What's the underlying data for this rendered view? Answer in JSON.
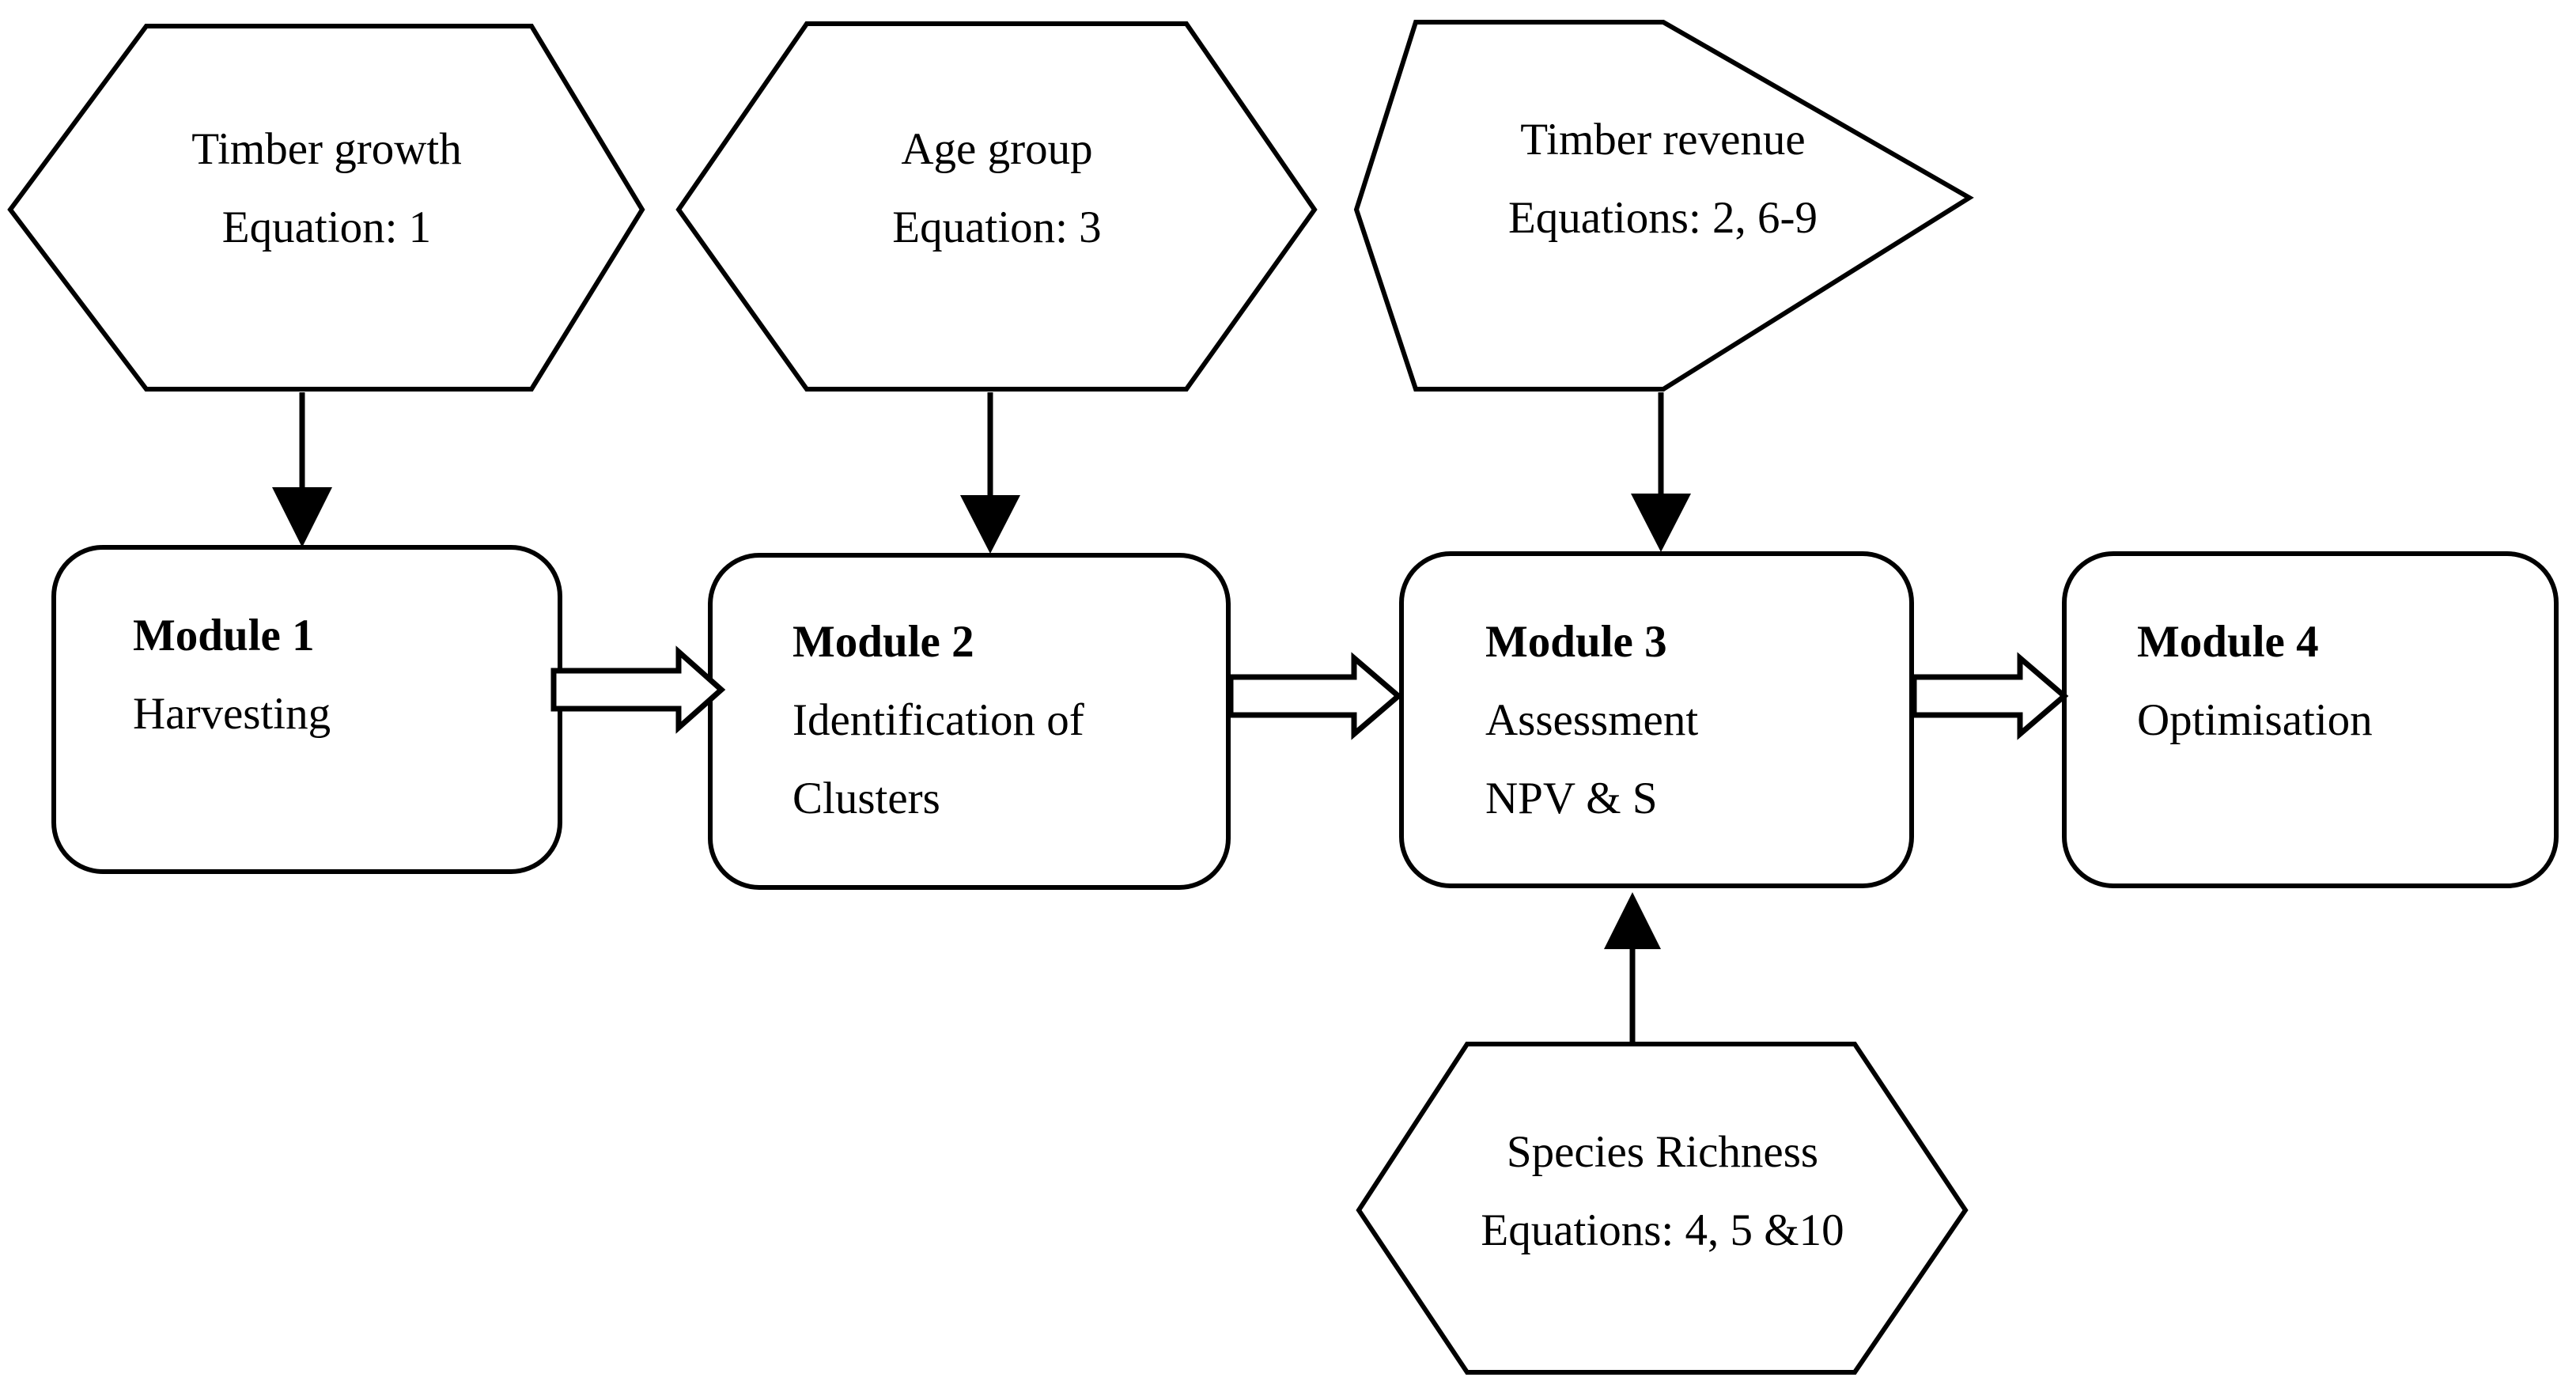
{
  "diagram": {
    "type": "flowchart",
    "title": "",
    "background_color": "#ffffff",
    "line_color": "#000000",
    "nodes": [
      {
        "id": "timber-growth",
        "shape": "hexagon",
        "line1": "Timber growth",
        "line2": "Equation: 1"
      },
      {
        "id": "age-group",
        "shape": "hexagon",
        "line1": "Age group",
        "line2": "Equation: 3"
      },
      {
        "id": "timber-revenue",
        "shape": "hexagon",
        "line1": "Timber revenue",
        "line2": "Equations: 2, 6-9"
      },
      {
        "id": "species-richness",
        "shape": "hexagon",
        "line1": "Species Richness",
        "line2": "Equations: 4, 5 &10"
      },
      {
        "id": "module-1",
        "shape": "rounded-rect",
        "line1": "Module 1",
        "line2": "Harvesting",
        "line3": ""
      },
      {
        "id": "module-2",
        "shape": "rounded-rect",
        "line1": "Module 2",
        "line2": "Identification of",
        "line3": "Clusters"
      },
      {
        "id": "module-3",
        "shape": "rounded-rect",
        "line1": "Module 3",
        "line2": "Assessment",
        "line3": "NPV & S"
      },
      {
        "id": "module-4",
        "shape": "rounded-rect",
        "line1": "Module 4",
        "line2": "Optimisation",
        "line3": ""
      }
    ],
    "edges": [
      {
        "id": "e1",
        "from": "timber-growth",
        "to": "module-1",
        "style": "solid-arrow",
        "direction": "down"
      },
      {
        "id": "e2",
        "from": "age-group",
        "to": "module-2",
        "style": "solid-arrow",
        "direction": "down"
      },
      {
        "id": "e3",
        "from": "timber-revenue",
        "to": "module-3",
        "style": "solid-arrow",
        "direction": "down"
      },
      {
        "id": "e4",
        "from": "species-richness",
        "to": "module-3",
        "style": "solid-arrow",
        "direction": "up"
      },
      {
        "id": "e5",
        "from": "module-1",
        "to": "module-2",
        "style": "block-arrow",
        "direction": "right"
      },
      {
        "id": "e6",
        "from": "module-2",
        "to": "module-3",
        "style": "block-arrow",
        "direction": "right"
      },
      {
        "id": "e7",
        "from": "module-3",
        "to": "module-4",
        "style": "block-arrow",
        "direction": "right"
      }
    ]
  }
}
